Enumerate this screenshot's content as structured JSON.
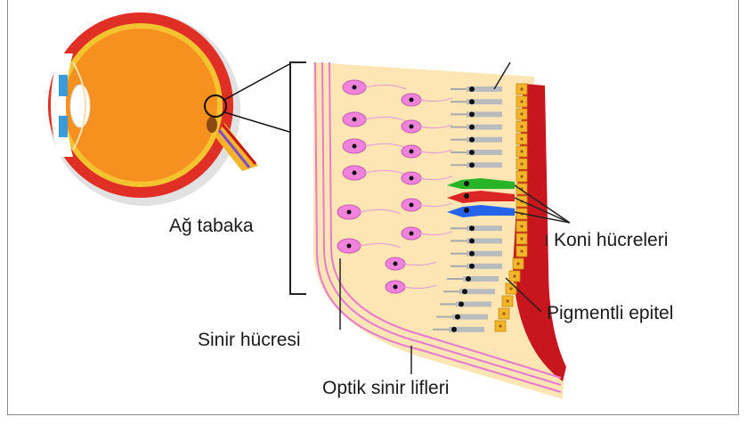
{
  "diagram": {
    "labels": {
      "retina": "Ağ tabaka",
      "cones": "Koni hücreleri",
      "pigment": "Pigmentli epitel",
      "nerve_cell": "Sinir hücresi",
      "optic_fibers": "Optik sinir lifleri",
      "rods": ""
    },
    "colors": {
      "retina_bg": "#fde6b4",
      "ganglion": "#ef82da",
      "rod": "#b9bcbf",
      "cone_green": "#28b428",
      "cone_red": "#dc2626",
      "cone_blue": "#2563eb",
      "pigment": "#f2b52b",
      "choroid": "#c7161d",
      "eyeball": "#f6901e",
      "sclera": "#e02f25"
    }
  }
}
